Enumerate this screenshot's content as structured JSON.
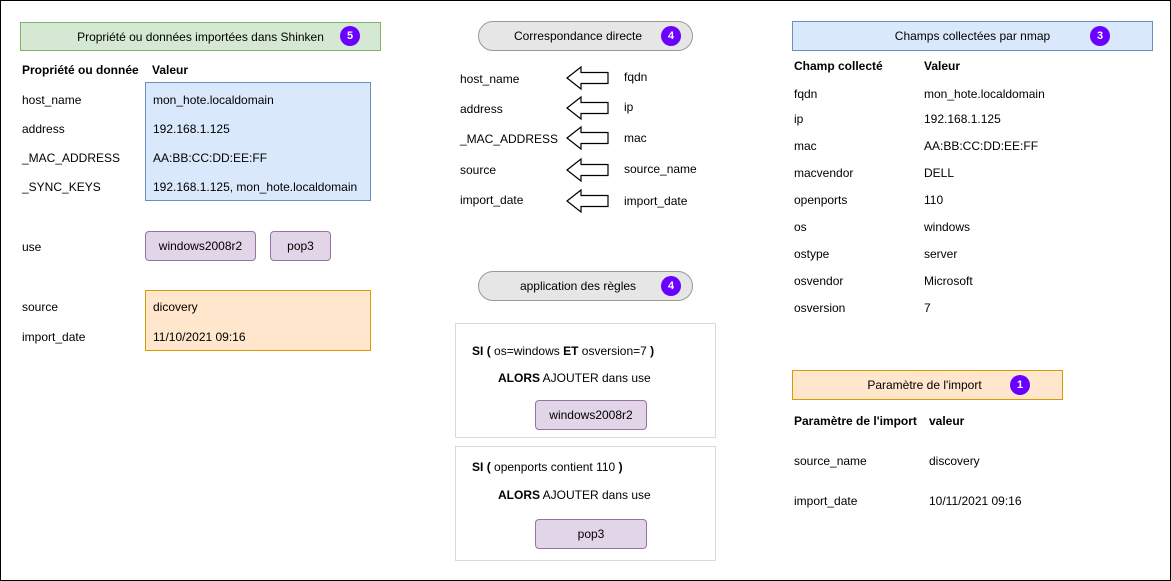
{
  "left": {
    "header": "Propriété ou données importées dans Shinken",
    "badge": "5",
    "col_prop": "Propriété ou donnée",
    "col_val": "Valeur",
    "rows": [
      {
        "name": "host_name",
        "value": "mon_hote.localdomain"
      },
      {
        "name": "address",
        "value": "192.168.1.125"
      },
      {
        "name": "_MAC_ADDRESS",
        "value": "AA:BB:CC:DD:EE:FF"
      },
      {
        "name": "_SYNC_KEYS",
        "value": "192.168.1.125, mon_hote.localdomain"
      }
    ],
    "use_label": "use",
    "use_tags": [
      "windows2008r2",
      "pop3"
    ],
    "source_label": "source",
    "source_value": "dicovery",
    "import_label": "import_date",
    "import_value": "11/10/2021 09:16"
  },
  "middle": {
    "header": "Correspondance directe",
    "badge": "4",
    "mappings": [
      {
        "left": "host_name",
        "right": "fqdn"
      },
      {
        "left": "address",
        "right": "ip"
      },
      {
        "left": "_MAC_ADDRESS",
        "right": "mac"
      },
      {
        "left": "source",
        "right": "source_name"
      },
      {
        "left": "import_date",
        "right": "import_date"
      }
    ],
    "rules_header": "application des règles",
    "rules_badge": "4",
    "rule1": {
      "si": "SI",
      "open": "(",
      "cond_a": "os=windows",
      "et": "ET",
      "cond_b": "osversion=7",
      "close": ")",
      "alors": "ALORS",
      "action": "AJOUTER dans use",
      "tag": "windows2008r2"
    },
    "rule2": {
      "si": "SI",
      "open": "(",
      "cond": "openports contient 110",
      "close": ")",
      "alors": "ALORS",
      "action": "AJOUTER dans use",
      "tag": "pop3"
    }
  },
  "right": {
    "header": "Champs collectées par nmap",
    "badge": "3",
    "col_field": "Champ collecté",
    "col_val": "Valeur",
    "rows": [
      {
        "name": "fqdn",
        "value": "mon_hote.localdomain"
      },
      {
        "name": "ip",
        "value": "192.168.1.125"
      },
      {
        "name": "mac",
        "value": "AA:BB:CC:DD:EE:FF"
      },
      {
        "name": "macvendor",
        "value": "DELL"
      },
      {
        "name": "openports",
        "value": "110"
      },
      {
        "name": "os",
        "value": "windows"
      },
      {
        "name": "ostype",
        "value": "server"
      },
      {
        "name": "osvendor",
        "value": "Microsoft"
      },
      {
        "name": "osversion",
        "value": "7"
      }
    ],
    "import_header": "Paramètre de l'import",
    "import_badge": "1",
    "import_col_param": "Paramètre de l'import",
    "import_col_val": "valeur",
    "import_rows": [
      {
        "name": "source_name",
        "value": "discovery"
      },
      {
        "name": "import_date",
        "value": "10/11/2021 09:16"
      }
    ]
  },
  "colors": {
    "green_fill": "#d5e8d4",
    "green_stroke": "#82b366",
    "blue_fill": "#dae8fc",
    "blue_stroke": "#6c8ebf",
    "orange_fill": "#ffe6cc",
    "orange_stroke": "#d79b00",
    "purple_fill": "#e1d5e7",
    "purple_stroke": "#9673a6",
    "gray_fill": "#e6e6e6",
    "badge": "#6a00ff"
  }
}
